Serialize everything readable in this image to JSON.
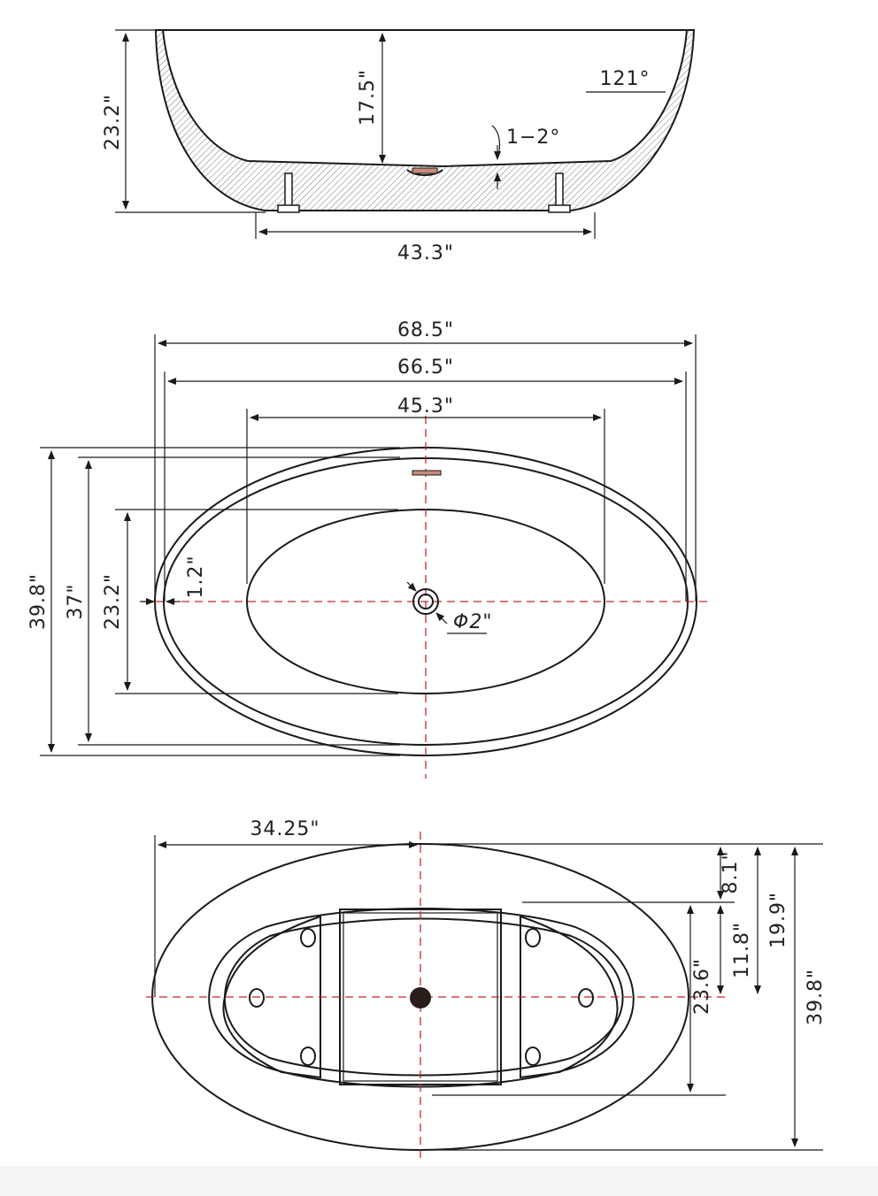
{
  "colors": {
    "line": "#1a1a1a",
    "centerline": "#c62828",
    "drain": "#2a1d1a",
    "overflow": "#c98a7a",
    "background": "#ffffff"
  },
  "side_view": {
    "height_total": "23.2\"",
    "inner_depth": "17.5\"",
    "wall_angle": "121°",
    "floor_slope": "1−2°",
    "base_width": "43.3\""
  },
  "top_view": {
    "length_outer": "68.5\"",
    "length_rim": "66.5\"",
    "length_inner": "45.3\"",
    "width_outer": "39.8\"",
    "width_rim": "37\"",
    "width_inner": "23.2\"",
    "rim_thickness": "1.2\"",
    "drain_diameter": "Φ2\""
  },
  "bottom_view": {
    "half_length": "34.25\"",
    "edge_to_base": "8.1\"",
    "base_half_width": "11.8\"",
    "center_offset": "19.9\"",
    "base_width": "23.6\"",
    "width_outer": "39.8\""
  }
}
